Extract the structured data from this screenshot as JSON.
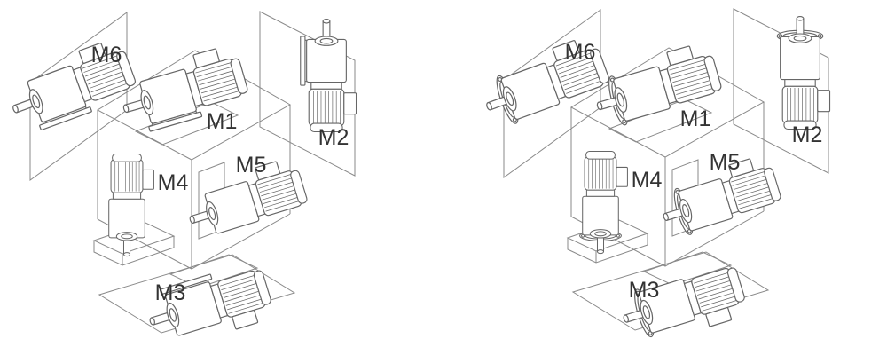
{
  "figure": {
    "background_color": "#ffffff",
    "line_color": "#8a8a8a",
    "motor_line_color": "#666666",
    "label_color": "#333333",
    "diagrams": [
      {
        "id": "left",
        "mount_style": "foot-mounted",
        "labels": {
          "m1": "M1",
          "m2": "M2",
          "m3": "M3",
          "m4": "M4",
          "m5": "M5",
          "m6": "M6"
        }
      },
      {
        "id": "right",
        "mount_style": "flange-mounted",
        "labels": {
          "m1": "M1",
          "m2": "M2",
          "m3": "M3",
          "m4": "M4",
          "m5": "M5",
          "m6": "M6"
        }
      }
    ]
  }
}
